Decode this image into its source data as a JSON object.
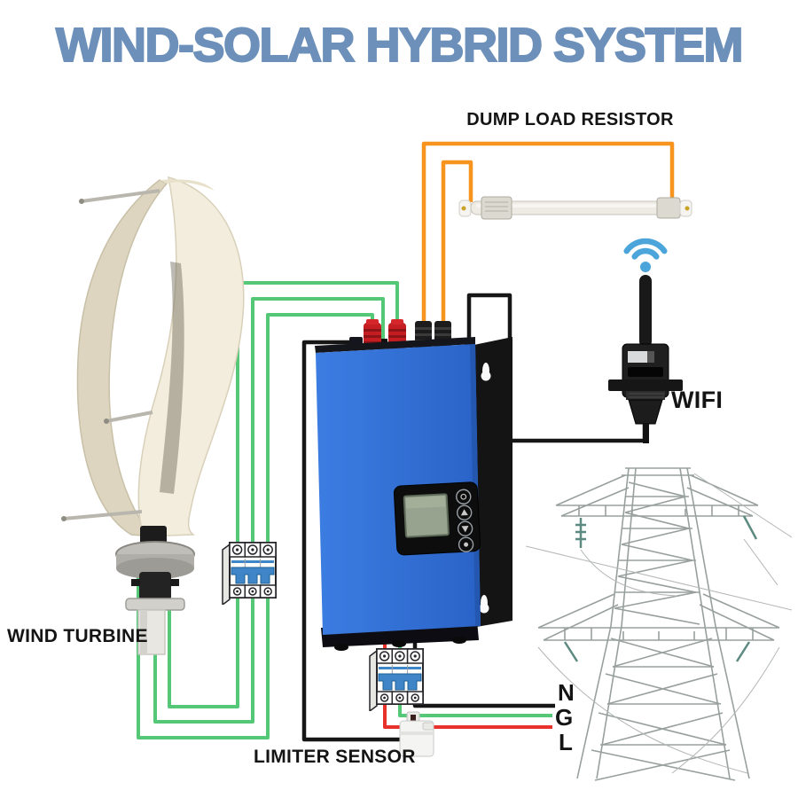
{
  "title": {
    "text": "WIND-SOLAR HYBRID SYSTEM"
  },
  "labels": {
    "dump_load_resistor": "DUMP LOAD RESISTOR",
    "wind_turbine": "WIND TURBINE",
    "limiter_sensor": "LIMITER SENSOR",
    "wifi": "WIFI",
    "output_n": "N",
    "output_g": "G",
    "output_l": "L"
  },
  "icons": {
    "wifi_signal": "wifi-signal-arcs-with-dot"
  },
  "colors": {
    "title_blue": "#6c90ba",
    "wire_green": "#55c878",
    "wire_orange": "#f7941e",
    "wire_red": "#e8312a",
    "wire_black": "#161616",
    "inverter_blue": "#3c7de2",
    "inverter_blue_dark": "#2a63c7",
    "breaker_blue": "#3f86c9",
    "wifi_icon_blue": "#4ba5da",
    "lcd_green": "#97a38e",
    "tower_gray": "#98a09d",
    "turbine_ivory": "#f2eddc",
    "turbine_shadow": "#ddd5c0"
  }
}
